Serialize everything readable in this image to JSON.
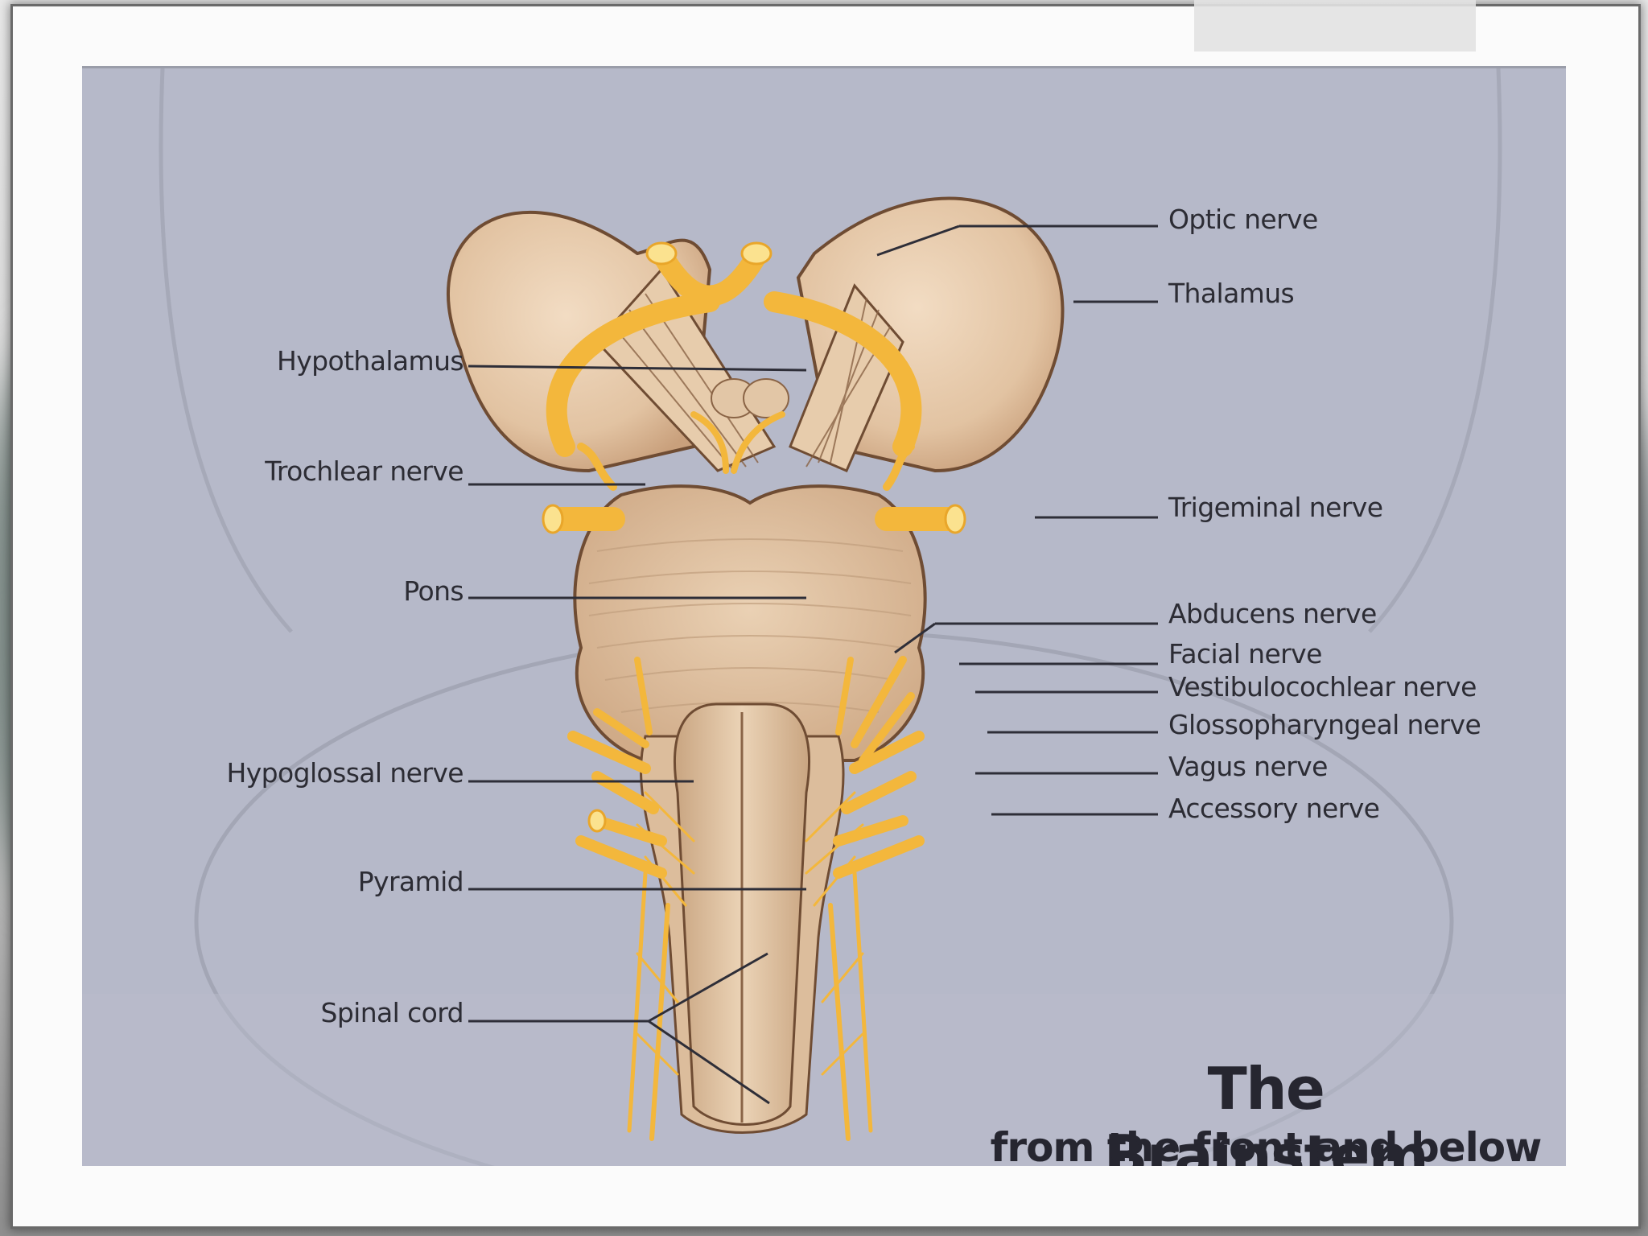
{
  "figure": {
    "title": "The Brainstem",
    "subtitle": "from the front and below"
  },
  "labels_left": [
    {
      "id": "hypothalamus",
      "text": "Hypothalamus"
    },
    {
      "id": "trochlear",
      "text": "Trochlear nerve"
    },
    {
      "id": "pons",
      "text": "Pons"
    },
    {
      "id": "hypoglossal",
      "text": "Hypoglossal nerve"
    },
    {
      "id": "pyramid",
      "text": "Pyramid"
    },
    {
      "id": "spinal-cord",
      "text": "Spinal cord"
    }
  ],
  "labels_right": [
    {
      "id": "optic",
      "text": "Optic nerve"
    },
    {
      "id": "thalamus",
      "text": "Thalamus"
    },
    {
      "id": "trigeminal",
      "text": "Trigeminal nerve"
    },
    {
      "id": "abducens",
      "text": "Abducens nerve"
    },
    {
      "id": "facial",
      "text": "Facial nerve"
    },
    {
      "id": "vestibulocochlear",
      "text": "Vestibulocochlear nerve"
    },
    {
      "id": "glossopharyngeal",
      "text": "Glossopharyngeal nerve"
    },
    {
      "id": "vagus",
      "text": "Vagus nerve"
    },
    {
      "id": "accessory",
      "text": "Accessory nerve"
    }
  ],
  "colors": {
    "panel": "#b6b9c9",
    "tissue": "#e3c7a8",
    "tissue_dark": "#c9a886",
    "outline": "#6f4c33",
    "nerve": "#f3b73c",
    "leader": "#2e2e38"
  }
}
